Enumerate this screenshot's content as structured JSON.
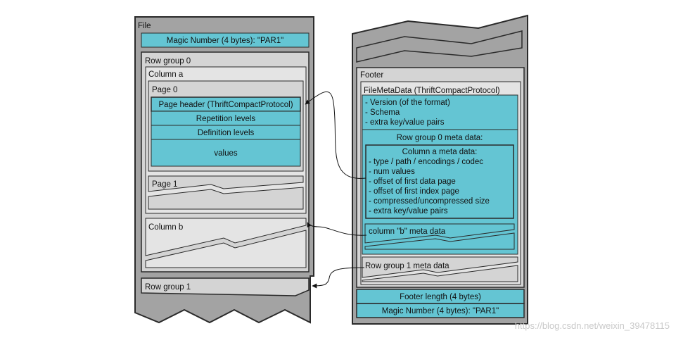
{
  "colors": {
    "outer": "#a3a3a3",
    "inner": "#d4d4d4",
    "light": "#e4e4e4",
    "accent": "#64c5d3",
    "stroke": "#2a2a2a"
  },
  "file": {
    "title": "File",
    "magic_top": "Magic Number (4 bytes): \"PAR1\"",
    "row_group_0": {
      "label": "Row group 0",
      "column_a": {
        "label": "Column a",
        "page_0": {
          "label": "Page 0",
          "header": "Page header (ThriftCompactProtocol)",
          "repetition": "Repetition levels",
          "definition": "Definition levels",
          "values": "values"
        },
        "page_1": "Page 1"
      },
      "column_b": "Column b"
    },
    "row_group_1": "Row group 1"
  },
  "footer": {
    "title": "Footer",
    "file_meta": {
      "label": "FileMetaData (ThriftCompactProtocol)",
      "lines": [
        "- Version (of the format)",
        "- Schema",
        "- extra key/value pairs"
      ],
      "rg0": {
        "label": "Row group 0 meta data:",
        "col_a": {
          "label": "Column a meta data:",
          "lines": [
            "- type / path / encodings / codec",
            "- num values",
            "- offset of first data page",
            "- offset of first index page",
            "- compressed/uncompressed size",
            "- extra key/value pairs"
          ]
        },
        "col_b": "column \"b\" meta data"
      },
      "rg1": "Row group 1 meta data"
    },
    "footer_length": "Footer length (4 bytes)",
    "magic_bottom": "Magic Number (4 bytes): \"PAR1\""
  },
  "watermark": "https://blog.csdn.net/weixin_39478115"
}
